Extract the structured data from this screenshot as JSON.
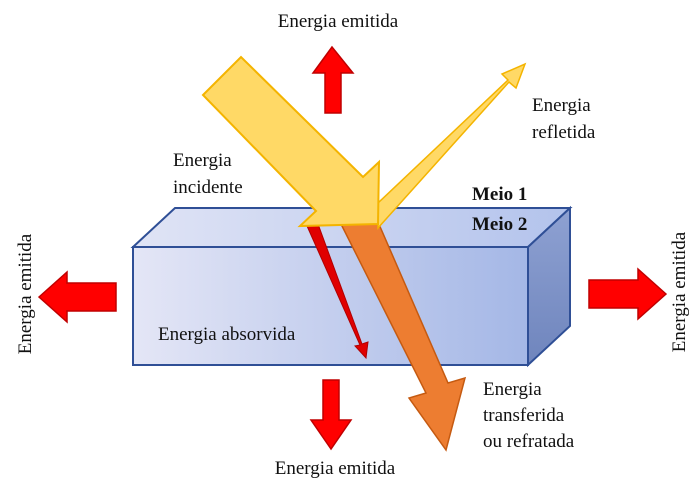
{
  "labels": {
    "emitted_top": "Energia emitida",
    "emitted_bottom": "Energia emitida",
    "emitted_left": "Energia emitida",
    "emitted_right": "Energia emitida",
    "reflected_line1": "Energia",
    "reflected_line2": "refletida",
    "incident_line1": "Energia",
    "incident_line2": "incidente",
    "medium1": "Meio 1",
    "medium2": "Meio 2",
    "absorbed": "Energia absorvida",
    "transferred_line1": "Energia",
    "transferred_line2": "transferida",
    "transferred_line3": "ou refratada"
  },
  "colors": {
    "emitted_arrow": "#ff0000",
    "emitted_arrow_stroke": "#c00000",
    "incident_arrow": "#ffd966",
    "incident_arrow_stroke": "#f4b400",
    "reflected_arrow": "#ffd966",
    "refracted_arrow": "#ed7d31",
    "refracted_arrow_stroke": "#c55a11",
    "absorbed_arrow": "#e00000",
    "block_front": "#b4c4ec",
    "block_top": "#c9d5f2",
    "block_side": "#7f93c6",
    "block_edge": "#2f4f96"
  }
}
